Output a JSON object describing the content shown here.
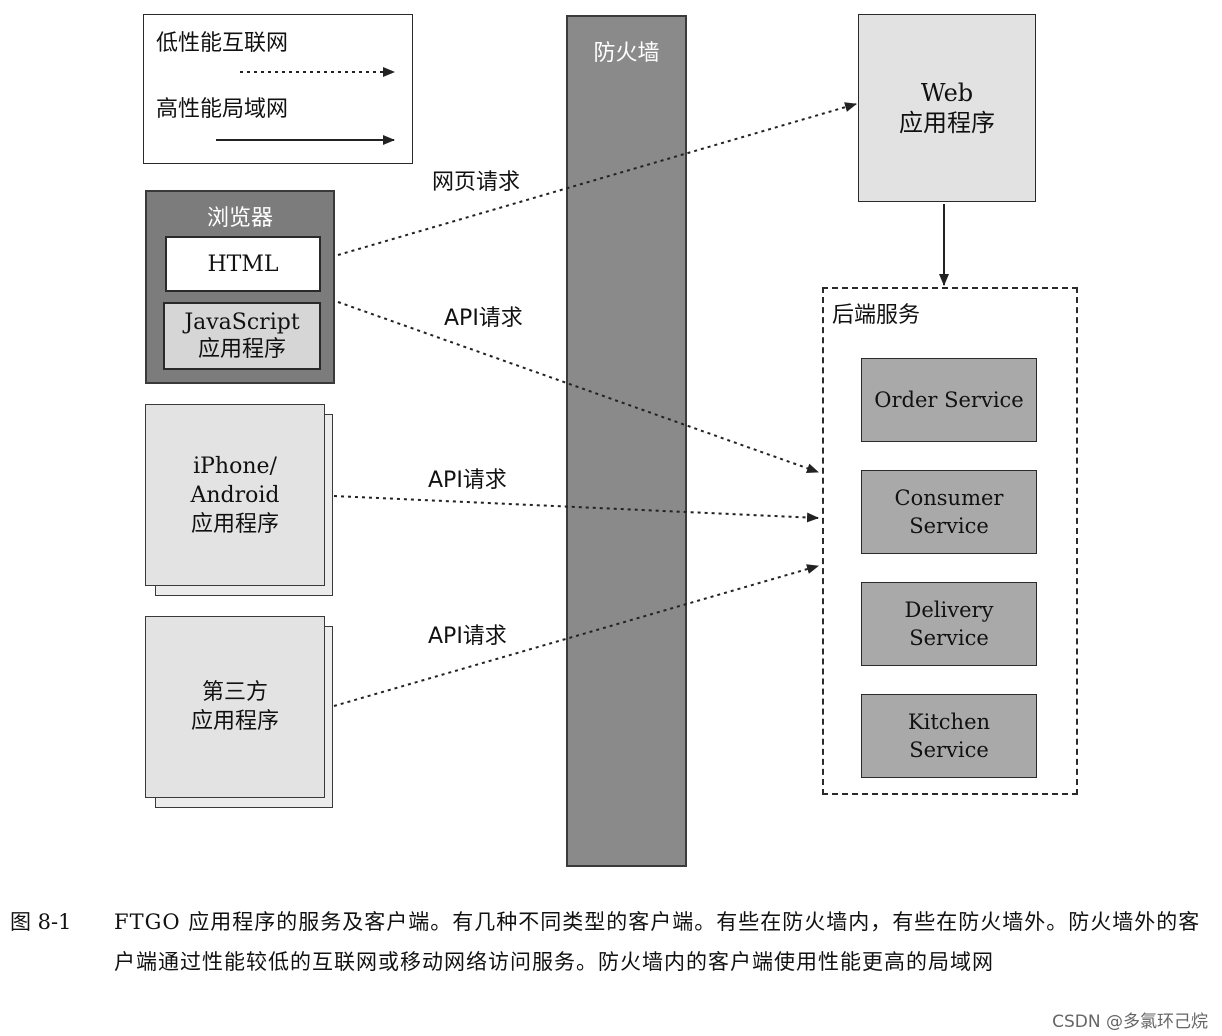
{
  "legend": {
    "low_perf": "低性能互联网",
    "high_perf": "高性能局域网"
  },
  "firewall": {
    "label": "防火墙"
  },
  "browser": {
    "label": "浏览器",
    "html": "HTML",
    "js_line1": "JavaScript",
    "js_line2": "应用程序"
  },
  "mobile": {
    "line1": "iPhone/",
    "line2": "Android",
    "line3": "应用程序"
  },
  "third_party": {
    "line1": "第三方",
    "line2": "应用程序"
  },
  "web_app": {
    "line1": "Web",
    "line2": "应用程序"
  },
  "backend": {
    "label": "后端服务",
    "services": [
      {
        "line1": "Order Service",
        "line2": ""
      },
      {
        "line1": "Consumer",
        "line2": "Service"
      },
      {
        "line1": "Delivery",
        "line2": "Service"
      },
      {
        "line1": "Kitchen",
        "line2": "Service"
      }
    ]
  },
  "edges": {
    "web_request": "网页请求",
    "api_request_browser": "API请求",
    "api_request_mobile": "API请求",
    "api_request_third": "API请求"
  },
  "caption": {
    "number": "图 8-1",
    "text": "FTGO 应用程序的服务及客户端。有几种不同类型的客户端。有些在防火墙内，有些在防火墙外。防火墙外的客户端通过性能较低的互联网或移动网络访问服务。防火墙内的客户端使用性能更高的局域网"
  },
  "watermark": "CSDN @多氯环己烷"
}
